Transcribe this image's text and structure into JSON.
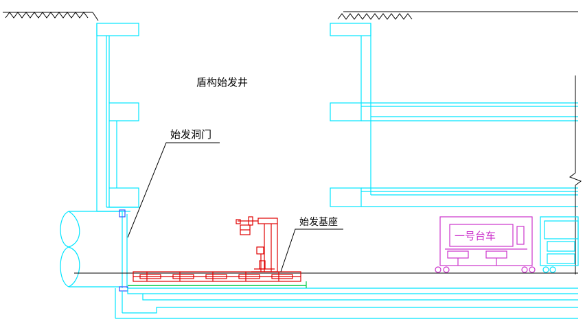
{
  "labels": {
    "shaft_title": "盾构始发井",
    "portal": "始发洞门",
    "base": "始发基座",
    "cart": "一号台车"
  },
  "colors": {
    "structure": "#00e5ff",
    "base": "#e00000",
    "cart": "#cc33cc",
    "ground": "#000000",
    "slab": "#00cc44"
  }
}
